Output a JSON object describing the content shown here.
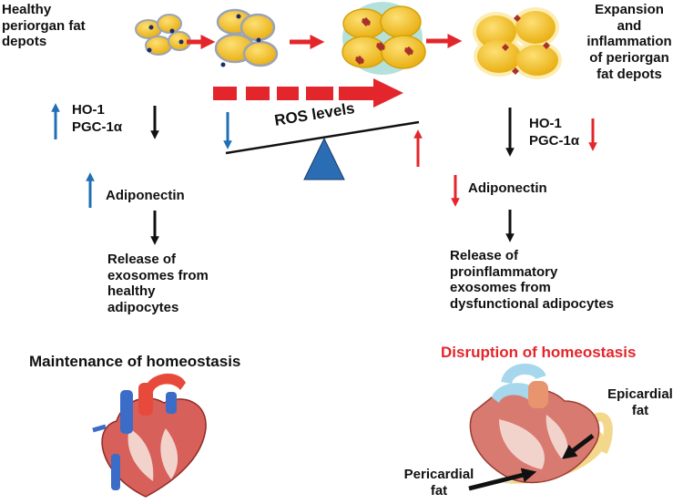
{
  "labels": {
    "healthy_depots": "Healthy\nperiorgan fat\ndepots",
    "expansion": "Expansion\nand\ninflammation\nof periorgan\nfat depots",
    "ros": "ROS levels",
    "ho1_left": "HO-1",
    "pgc_left": "PGC-1α",
    "adiponectin_left": "Adiponectin",
    "release_left": "Release of\nexosomes from\nhealthy\nadipocytes",
    "maintenance": "Maintenance of homeostasis",
    "ho1_right": "HO-1",
    "pgc_right": "PGC-1α",
    "adiponectin_right": "Adiponectin",
    "release_right": "Release of\nproinflammatory\nexosomes from\ndysfunctional adipocytes",
    "disruption": "Disruption of homeostasis",
    "epicardial": "Epicardial\nfat",
    "pericardial": "Pericardial\nfat"
  },
  "colors": {
    "up_arrow": "#1f6fb5",
    "down_red": "#e3262b",
    "flow_black": "#111111",
    "fulcrum": "#2a6db5",
    "fat_cell": "#f3c21a",
    "fat_membrane": "#b9bfcc",
    "inflamed_halo": "#a8dcd6",
    "nucleus": "#1c2a6b",
    "inflammation_mark": "#a8322a"
  }
}
